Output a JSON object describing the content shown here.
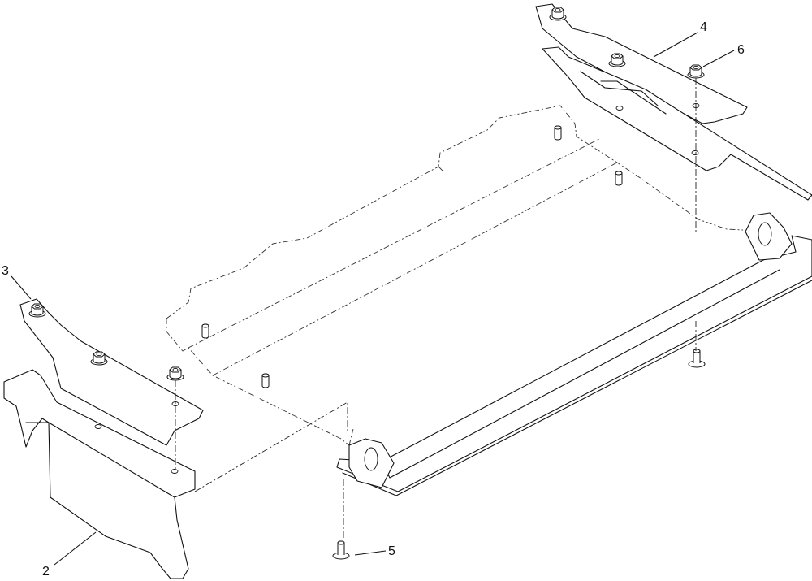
{
  "callouts": [
    {
      "id": "item-2",
      "label": "2"
    },
    {
      "id": "item-3",
      "label": "3"
    },
    {
      "id": "item-4",
      "label": "4"
    },
    {
      "id": "item-5",
      "label": "5"
    },
    {
      "id": "item-6",
      "label": "6"
    }
  ]
}
